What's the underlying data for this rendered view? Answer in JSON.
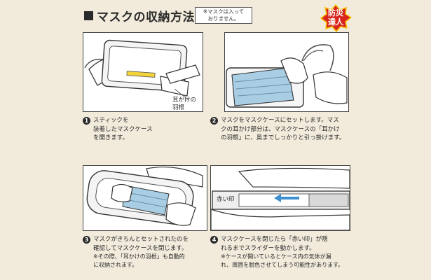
{
  "title": "マスクの収納方法",
  "note": "※マスクは入って\nおりません。",
  "logo": {
    "line1": "防災",
    "line2": "達人",
    "bg_color": "#d9261c",
    "accent_color": "#f6c400"
  },
  "ear_label": "耳かけの\n羽根",
  "red_mark_label": "赤い印",
  "steps": [
    {
      "num": "1",
      "text": "スティックを\n装着したマスクケース\nを開きます。"
    },
    {
      "num": "2",
      "text": "マスクをマスクケースにセットします。マス\nクの耳かけ部分は、マスクケースの「耳かけ\nの羽根」に、奥までしっかりと引っ掛けます。"
    },
    {
      "num": "3",
      "text": "マスクがきちんとセットされたのを\n確認してマスクケースを閉じます。",
      "note": "※その際、「耳かけの羽根」も自動的\nに収納されます。"
    },
    {
      "num": "4",
      "text": "マスクケースを閉じたら「赤い印」が隠\nれるまでスライダーを動かします。",
      "note": "※ケースが開いているとケース内の気体が漏\nれ、周囲を脱色させてしまう可能性があります。"
    }
  ],
  "colors": {
    "background": "#f2ebdc",
    "stick_yellow": "#f3d23a",
    "mask_blue": "#a9cde3",
    "arrow_blue": "#3d8fd0"
  }
}
